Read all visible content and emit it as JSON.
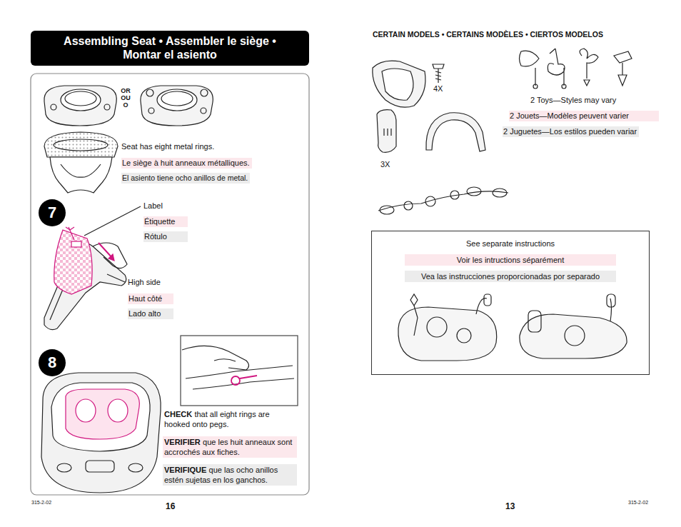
{
  "diagram": {
    "title": "Assembling Seat • Assembler le siège • Montar el asiento",
    "nodes": [
      {
        "text": [
          "7"
        ]
      },
      {
        "text": [
          "8"
        ]
      },
      {
        "text": [
          "See separate instructions",
          "Voir les intructions séparément",
          "Vea las instrucciones proporcionadas por separado"
        ]
      }
    ],
    "labels": [
      "OR OU O",
      "Seat has eight metal rings.",
      "Le siège à huit anneaux métalliques.",
      "El asiento tiene ocho anillos de metal.",
      "Label",
      "Étiquette",
      "Rótulo",
      "High side",
      "Haut côté",
      "Lado alto",
      "CHECK",
      "that all eight rings are hooked onto pegs.",
      "VERIFIER",
      "que les huit anneaux sont accrochés aux fiches.",
      "VERIFIQUE",
      "que las ocho anillos estén sujetas en los ganchos.",
      "315-2-02",
      "16",
      "CERTAIN MODELS • CERTAINS MODÈLES • CIERTOS MODELOS",
      "4X",
      "3X",
      "2 Toys—Styles may vary",
      "2 Jouets—Modèles peuvent varier",
      "2 Juguetes—Los estilos pueden variar",
      "13",
      "315-2-02"
    ]
  }
}
